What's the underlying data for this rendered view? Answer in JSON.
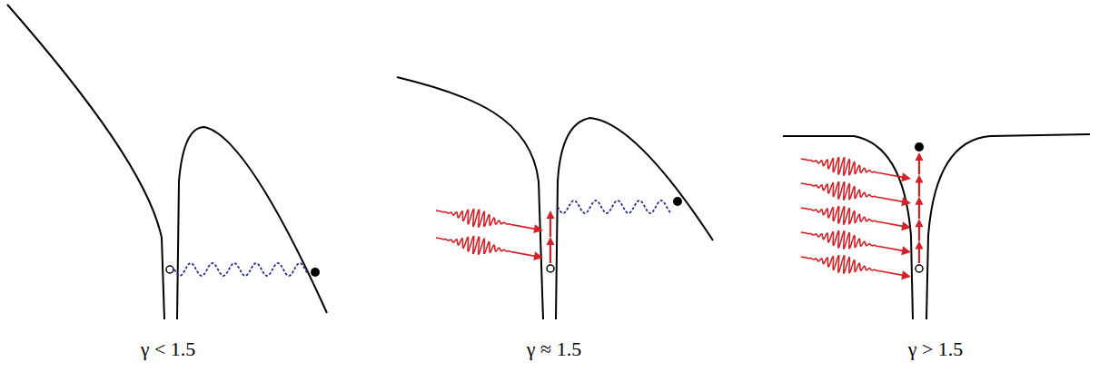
{
  "diagram": {
    "labels": [
      "γ < 1.5",
      "γ ≈ 1.5",
      "γ > 1.5"
    ]
  }
}
